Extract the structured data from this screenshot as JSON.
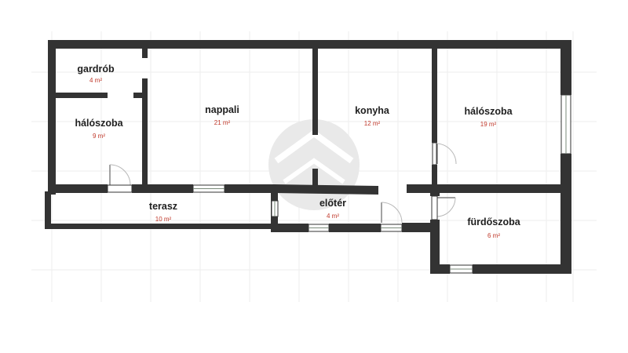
{
  "rooms": [
    {
      "id": "gardrob",
      "name": "gardrób",
      "area": "4 m²"
    },
    {
      "id": "haloszoba_small",
      "name": "hálószoba",
      "area": "9 m²"
    },
    {
      "id": "nappali",
      "name": "nappali",
      "area": "21 m²"
    },
    {
      "id": "konyha",
      "name": "konyha",
      "area": "12 m²"
    },
    {
      "id": "haloszoba_large",
      "name": "hálószoba",
      "area": "19 m²"
    },
    {
      "id": "terasz",
      "name": "terasz",
      "area": "10 m²"
    },
    {
      "id": "eloter",
      "name": "előtér",
      "area": "4 m²"
    },
    {
      "id": "furdoszoba",
      "name": "fürdőszoba",
      "area": "6 m²"
    }
  ],
  "colors": {
    "wall": "#333333",
    "area_text": "#c0392b",
    "grid": "#ededed"
  },
  "watermark": "house-logo-icon"
}
